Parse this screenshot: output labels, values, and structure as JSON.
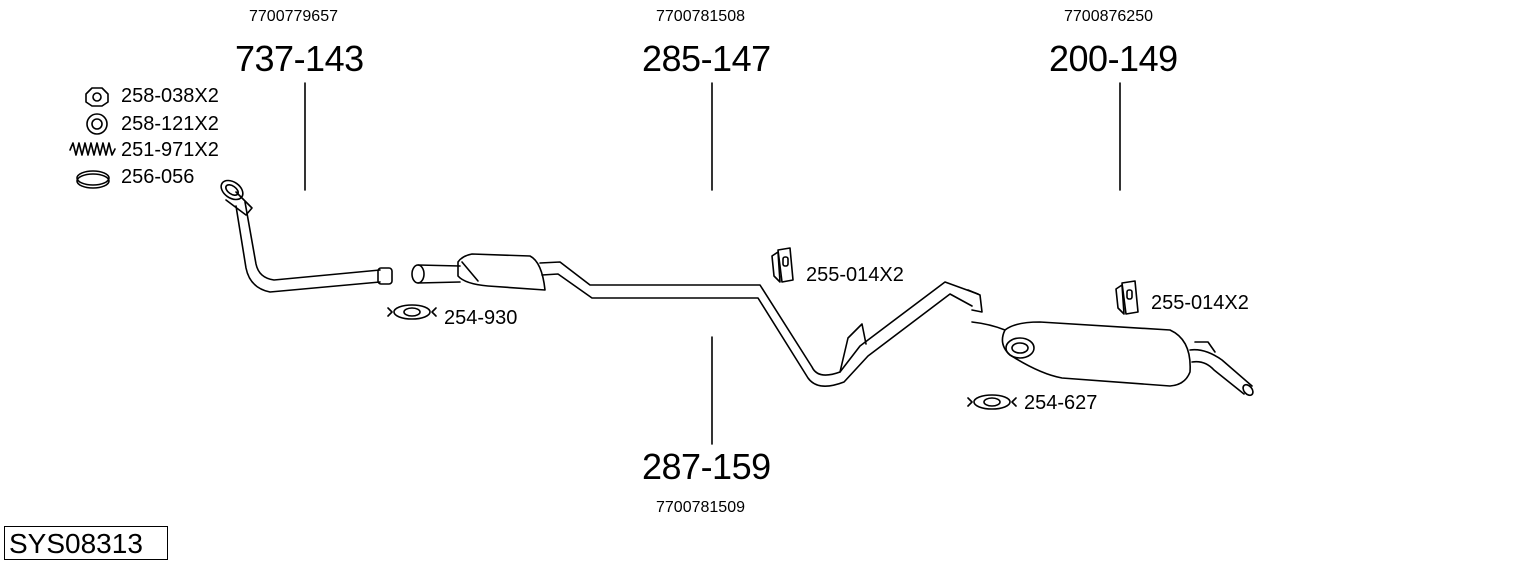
{
  "diagram": {
    "system_code": "SYS08313",
    "parts": [
      {
        "oem": "7700779657",
        "number": "737-143"
      },
      {
        "oem": "7700781508",
        "number": "285-147"
      },
      {
        "oem": "7700876250",
        "number": "200-149"
      },
      {
        "oem": "7700781509",
        "number": "287-159"
      }
    ],
    "accessories": [
      {
        "label": "258-038X2",
        "icon": "nut-icon"
      },
      {
        "label": "258-121X2",
        "icon": "washer-icon"
      },
      {
        "label": "251-971X2",
        "icon": "spring-icon"
      },
      {
        "label": "256-056",
        "icon": "gasket-ring-icon"
      },
      {
        "label": "254-930",
        "icon": "clamp-icon"
      },
      {
        "label": "255-014X2",
        "icon": "rubber-hanger-icon"
      },
      {
        "label": "255-014X2",
        "icon": "rubber-hanger-icon"
      },
      {
        "label": "254-627",
        "icon": "clamp-icon"
      }
    ]
  }
}
